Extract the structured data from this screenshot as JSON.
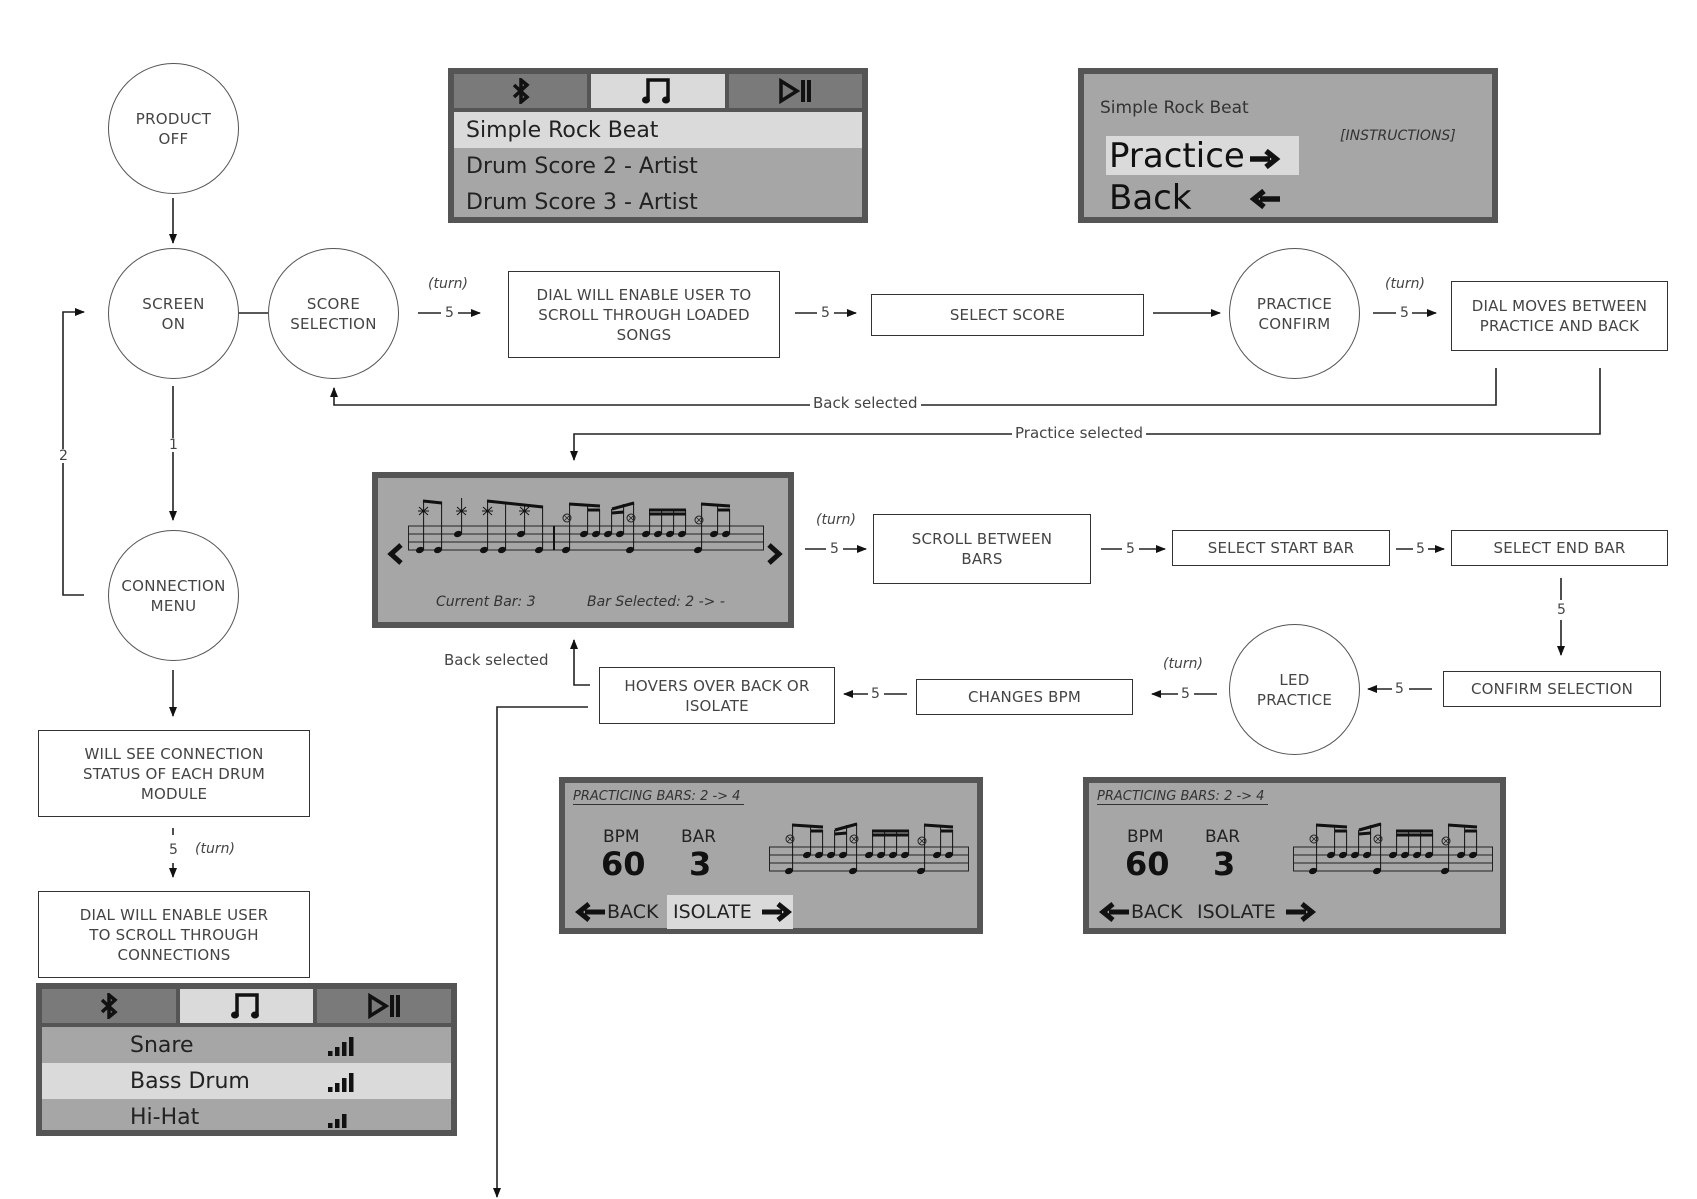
{
  "nodes": {
    "product_off": "PRODUCT\nOFF",
    "screen_on": "SCREEN\nON",
    "score_selection": "SCORE\nSELECTION",
    "connection_menu": "CONNECTION\nMENU",
    "practice_confirm": "PRACTICE\nCONFIRM",
    "led_practice": "LED\nPRACTICE"
  },
  "boxes": {
    "dial_scroll_songs": "DIAL WILL ENABLE USER TO SCROLL THROUGH LOADED SONGS",
    "select_score": "SELECT SCORE",
    "dial_moves": "DIAL MOVES BETWEEN PRACTICE AND BACK",
    "scroll_between_bars": "SCROLL BETWEEN BARS",
    "select_start_bar": "SELECT START BAR",
    "select_end_bar": "SELECT END BAR",
    "confirm_selection": "CONFIRM SELECTION",
    "changes_bpm": "CHANGES BPM",
    "hovers_back_isolate": "HOVERS OVER BACK OR ISOLATE",
    "will_see_connection": "WILL SEE CONNECTION STATUS OF EACH DRUM MODULE",
    "dial_scroll_connections": "DIAL WILL ENABLE USER TO SCROLL THROUGH CONNECTIONS"
  },
  "edges": {
    "turn": "(turn)",
    "step": "5",
    "path_1": "1",
    "path_2": "2",
    "back_selected": "Back selected",
    "practice_selected": "Practice selected"
  },
  "song_screen": {
    "tabs": [
      {
        "icon": "bluetooth-icon",
        "active": false
      },
      {
        "icon": "music-note-icon",
        "active": true
      },
      {
        "icon": "play-pause-icon",
        "active": false
      }
    ],
    "songs": [
      {
        "title": "Simple Rock Beat",
        "selected": true
      },
      {
        "title": "Drum Score 2 - Artist",
        "selected": false
      },
      {
        "title": "Drum Score 3 - Artist",
        "selected": false
      }
    ]
  },
  "practice_screen": {
    "song_title": "Simple Rock Beat",
    "instructions": "[INSTRUCTIONS]",
    "practice_label": "Practice",
    "back_label": "Back",
    "selected": "Practice"
  },
  "bar_screen": {
    "current_bar_label": "Current Bar: 3",
    "bar_selected_label": "Bar Selected: 2 -> -"
  },
  "practicing_screens": [
    {
      "header": "PRACTICING BARS: 2 -> 4",
      "bpm_label": "BPM",
      "bpm_value": "60",
      "bar_label": "BAR",
      "bar_value": "3",
      "back_label": "BACK",
      "isolate_label": "ISOLATE",
      "highlighted": "ISOLATE"
    },
    {
      "header": "PRACTICING BARS: 2 -> 4",
      "bpm_label": "BPM",
      "bpm_value": "60",
      "bar_label": "BAR",
      "bar_value": "3",
      "back_label": "BACK",
      "isolate_label": "ISOLATE",
      "highlighted": ""
    }
  ],
  "connections_screen": {
    "tabs": [
      {
        "icon": "bluetooth-icon",
        "active": false
      },
      {
        "icon": "music-note-icon",
        "active": true
      },
      {
        "icon": "play-pause-icon",
        "active": false
      }
    ],
    "modules": [
      {
        "name": "Snare",
        "signal_bars": 4,
        "selected": false
      },
      {
        "name": "Bass Drum",
        "signal_bars": 4,
        "selected": true
      },
      {
        "name": "Hi-Hat",
        "signal_bars": 3,
        "selected": false
      }
    ]
  },
  "colors": {
    "screen_bg": "#a6a6a6",
    "screen_border": "#555555",
    "highlight": "#dadada",
    "tab_inactive": "#7a7a7a"
  }
}
